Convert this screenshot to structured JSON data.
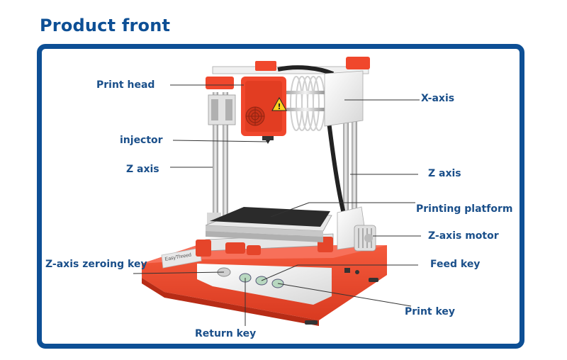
{
  "page": {
    "title": "Product front"
  },
  "product": {
    "brand_text": "EasyThreed"
  },
  "labels": {
    "print_head": "Print head",
    "injector": "injector",
    "z_axis_left": "Z axis",
    "x_axis": "X-axis",
    "z_axis_right": "Z axis",
    "printing_platform": "Printing platform",
    "z_axis_motor": "Z-axis motor",
    "z_axis_zeroing_key": "Z-axis zeroing key",
    "feed_key": "Feed key",
    "print_key": "Print key",
    "return_key": "Return key"
  },
  "colors": {
    "title": "#0d4f95",
    "frame": "#0d4f95",
    "label": "#1a4f8a",
    "printer_orange": "#f0472c",
    "printer_white": "#eeeeee",
    "platform_black": "#2b2b2b"
  },
  "icons": [
    "warning-icon",
    "fan-icon"
  ]
}
